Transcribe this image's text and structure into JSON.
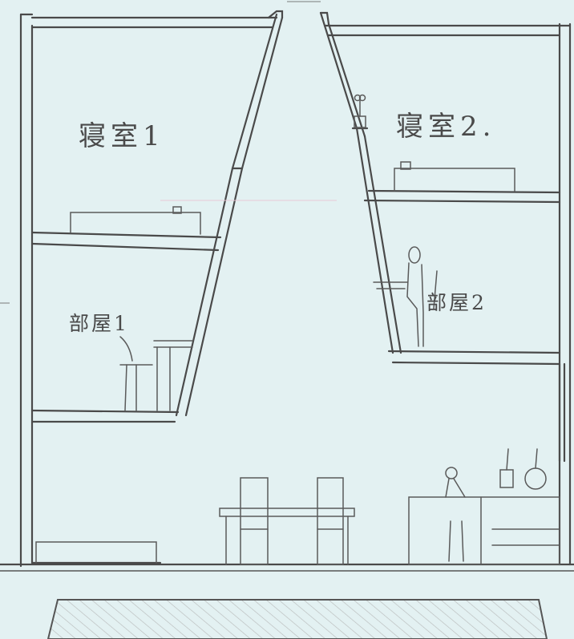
{
  "labels": {
    "bedroom_1": "寝室1",
    "bedroom_2": "寝室2.",
    "room_1": "部屋1",
    "room_2": "部屋2"
  },
  "colors": {
    "paper": "#e3f1f2",
    "line": "#4a4a4a",
    "ground_hatch": "#b9bcbc"
  }
}
